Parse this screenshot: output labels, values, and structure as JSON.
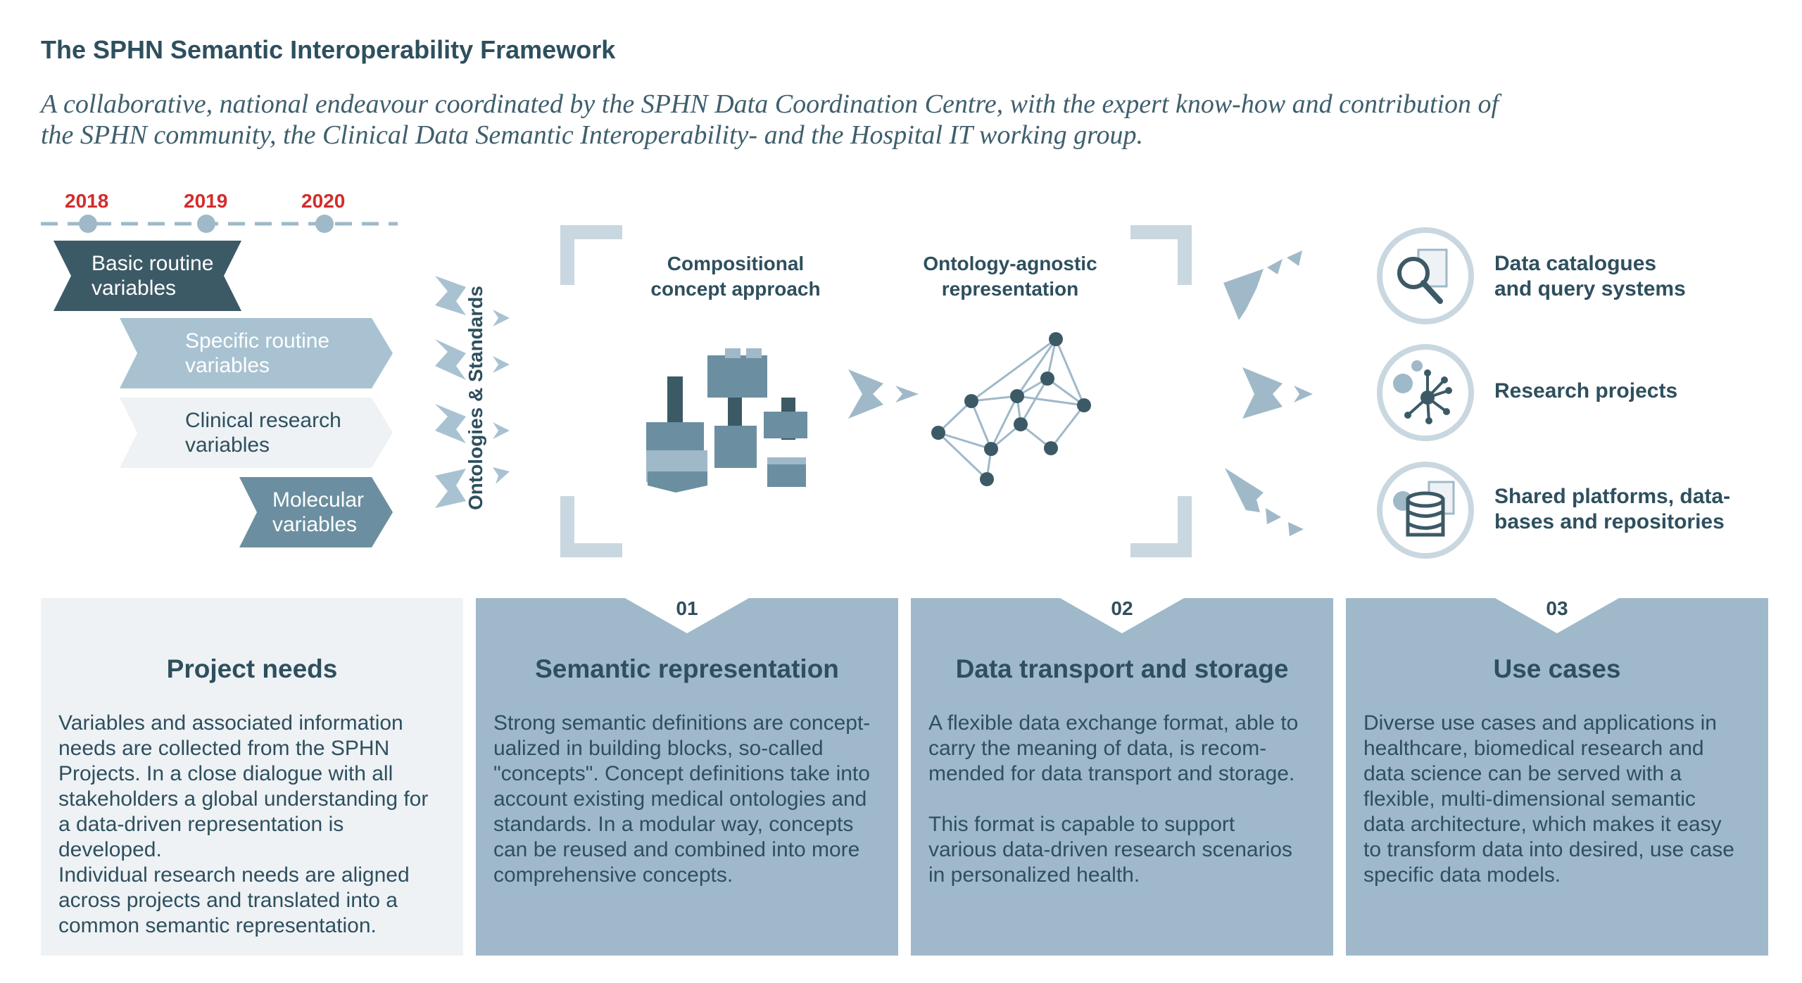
{
  "title": "The SPHN Semantic Interoperability Framework",
  "subtitle": "A collaborative, national endeavour coordinated by the SPHN Data Coordination Centre, with the expert know-how and contribution of the SPHN community, the Clinical Data Semantic Interoperability- and the Hospital IT working group.",
  "timeline": {
    "years": [
      "2018",
      "2019",
      "2020"
    ]
  },
  "variables": [
    {
      "line1": "Basic routine",
      "line2": "variables"
    },
    {
      "line1": "Specific routine",
      "line2": "variables"
    },
    {
      "line1": "Clinical research",
      "line2": "variables"
    },
    {
      "line1": "Molecular",
      "line2": "variables"
    }
  ],
  "ontologies_label": "Ontologies & Standards",
  "center": {
    "compositional_line1": "Compositional",
    "compositional_line2": "concept approach",
    "agnostic_line1": "Ontology-agnostic",
    "agnostic_line2": "representation"
  },
  "use_case_labels": [
    {
      "line1": "Data catalogues",
      "line2": "and query systems",
      "icon": "magnifier-document-icon"
    },
    {
      "line1": "Research projects",
      "line2": "",
      "icon": "gear-network-icon"
    },
    {
      "line1": "Shared platforms, data-",
      "line2": "bases and repositories",
      "icon": "database-gear-icon"
    }
  ],
  "panels": [
    {
      "number": "",
      "title": "Project needs",
      "body": "Variables and associated information\nneeds are collected from the SPHN\nProjects. In a close dialogue with all\nstakeholders a global understanding for\na data-driven representation is developed.\nIndividual research needs are aligned\nacross projects and translated into a\ncommon semantic representation."
    },
    {
      "number": "01",
      "title": "Semantic representation",
      "body": "Strong semantic definitions are concept-\nualized in building blocks, so-called\n\"concepts\". Concept definitions take into\naccount existing medical ontologies and\nstandards. In a modular way, concepts\ncan be reused and combined into more\ncomprehensive concepts."
    },
    {
      "number": "02",
      "title": "Data transport and storage",
      "body": "A flexible data exchange format, able to\ncarry the meaning of data, is recom-\nmended for data transport and storage.\n\nThis format is capable to support\nvarious data-driven research scenarios\nin personalized health."
    },
    {
      "number": "03",
      "title": "Use cases",
      "body": "Diverse use cases and applications in\nhealthcare, biomedical research and\ndata science can be served with a\nflexible, multi-dimensional semantic\ndata architecture, which makes it easy\nto transform data into desired, use case\nspecific data models."
    }
  ],
  "colors": {
    "dark_teal": "#3c5a66",
    "mid_blue": "#9fb9c9",
    "slate": "#6b8fa0",
    "pale": "#eef2f5",
    "panel_blue": "#9fb9cb",
    "accent_red": "#d42c2c",
    "text": "#2e4f5e"
  }
}
